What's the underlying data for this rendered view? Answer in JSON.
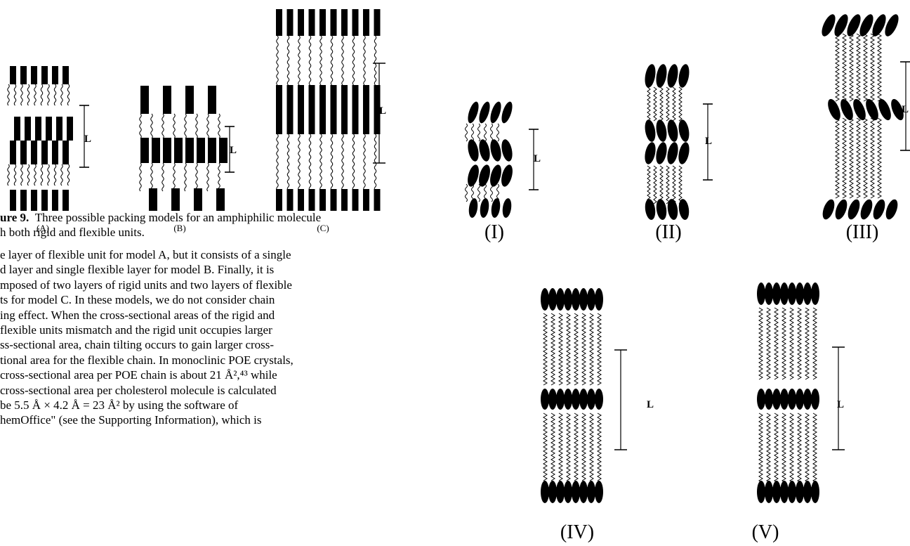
{
  "figure9": {
    "panel_labels": [
      "(A)",
      "(B)",
      "(C)"
    ],
    "dimension_label": "L",
    "caption_bold": "ure 9.",
    "caption_rest": "Three possible packing models for an amphiphilic molecule",
    "caption_line2": "h both rigid and flexible units."
  },
  "body_text": {
    "lines": [
      "e layer of flexible unit for model A, but it consists of a single",
      "d layer and single flexible layer for model B. Finally, it is",
      "mposed of two layers of rigid units and two layers of flexible",
      "ts for model C. In these models, we do not consider chain",
      "ing effect. When the cross-sectional areas of the rigid and",
      "flexible units mismatch and the rigid unit occupies larger",
      "ss-sectional area, chain tilting occurs to gain larger cross-",
      "tional area for the flexible chain. In monoclinic POE crystals,",
      "cross-sectional area per POE chain is about 21 Å²,⁴³ while",
      "cross-sectional area per cholesterol molecule is calculated",
      "be 5.5 Å × 4.2 Å = 23 Å² by using the software of",
      "hemOffice\" (see the Supporting Information), which is"
    ]
  },
  "figure_right": {
    "panel_labels": [
      "(I)",
      "(II)",
      "(III)",
      "(IV)",
      "(V)"
    ],
    "dimension_label": "L"
  }
}
